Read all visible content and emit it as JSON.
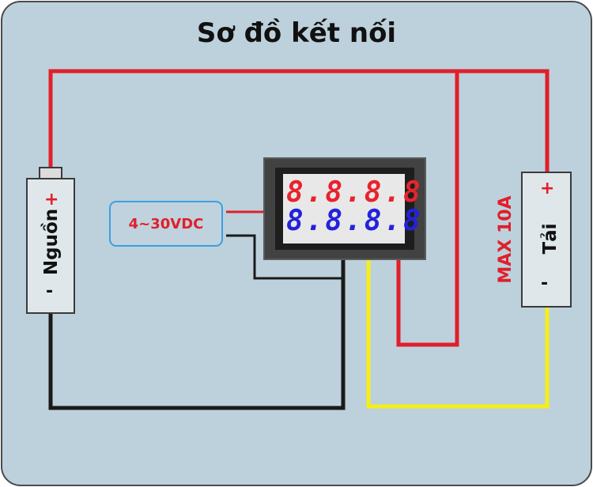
{
  "title": "Sơ đồ kết nối",
  "supply": {
    "label": "4~30VDC"
  },
  "source": {
    "label": "Nguồn",
    "plus": "+",
    "minus": "-"
  },
  "load": {
    "label": "Tải",
    "plus": "+",
    "minus": "-",
    "max_label": "MAX 10A"
  },
  "meter": {
    "top_display": "8.8.8.8",
    "bottom_display": "8.8.8.8"
  },
  "colors": {
    "background": "#bdd1dc",
    "frame": "#4a4a4a",
    "wire_red": "#e01f2a",
    "wire_black": "#1a1a1a",
    "wire_yellow": "#f5ee1a",
    "display_red": "#e8232d",
    "display_blue": "#2222dd"
  }
}
